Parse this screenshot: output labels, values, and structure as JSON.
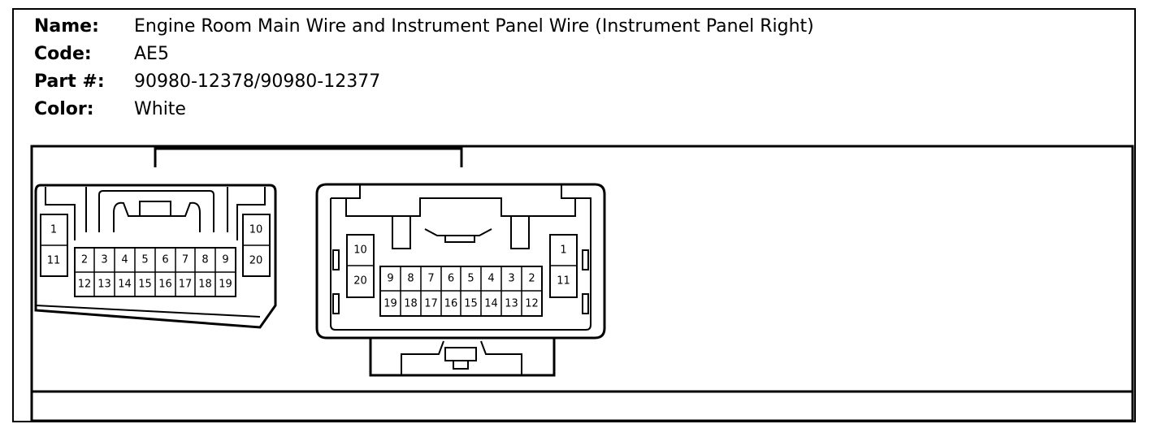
{
  "info": [
    {
      "label": "Name:",
      "value": "Engine Room Main Wire and Instrument Panel Wire (Instrument Panel Right)"
    },
    {
      "label": "Code:",
      "value": "AE5"
    },
    {
      "label": "Part #:",
      "value": "90980-12378/90980-12377"
    },
    {
      "label": "Color:",
      "value": "White"
    }
  ],
  "connector_left": {
    "side_left": [
      "1",
      "11"
    ],
    "top_row": [
      "2",
      "3",
      "4",
      "5",
      "6",
      "7",
      "8",
      "9"
    ],
    "bottom_row": [
      "12",
      "13",
      "14",
      "15",
      "16",
      "17",
      "18",
      "19"
    ],
    "side_right": [
      "10",
      "20"
    ]
  },
  "connector_right": {
    "side_left": [
      "10",
      "20"
    ],
    "top_row": [
      "9",
      "8",
      "7",
      "6",
      "5",
      "4",
      "3",
      "2"
    ],
    "bottom_row": [
      "19",
      "18",
      "17",
      "16",
      "15",
      "14",
      "13",
      "12"
    ],
    "side_right": [
      "1",
      "11"
    ]
  }
}
